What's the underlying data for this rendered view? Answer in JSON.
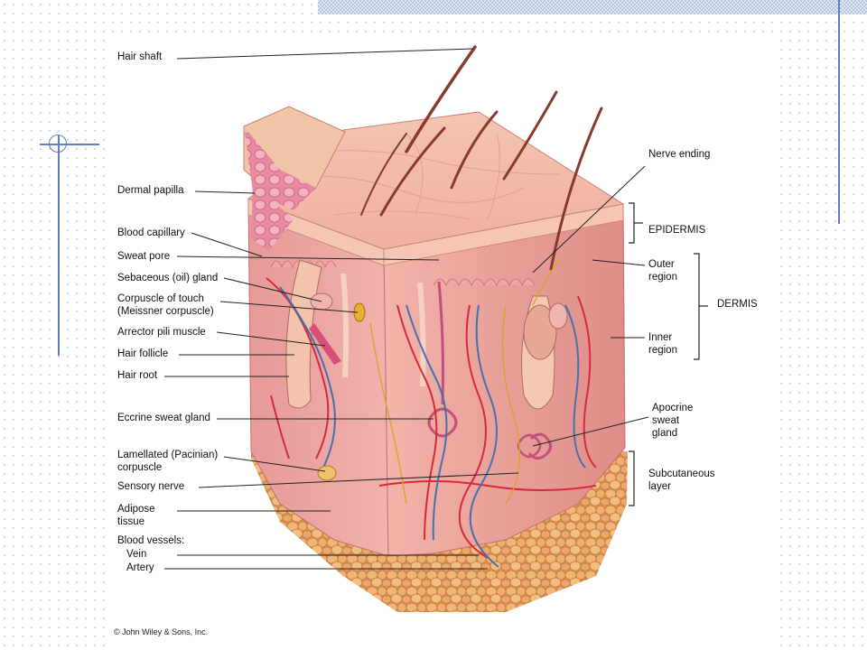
{
  "labels": {
    "hair_shaft": "Hair shaft",
    "dermal_papilla": "Dermal papilla",
    "blood_capillary": "Blood capillary",
    "sweat_pore": "Sweat pore",
    "sebaceous_gland": "Sebaceous (oil) gland",
    "corpuscle_touch_1": "Corpuscle of touch",
    "corpuscle_touch_2": "(Meissner corpuscle)",
    "arrector_pili": "Arrector pili muscle",
    "hair_follicle": "Hair follicle",
    "hair_root": "Hair root",
    "eccrine_sweat_gland": "Eccrine sweat gland",
    "lamellated_1": "Lamellated (Pacinian)",
    "lamellated_2": "corpuscle",
    "sensory_nerve": "Sensory nerve",
    "adipose_1": "Adipose",
    "adipose_2": "tissue",
    "blood_vessels": "Blood vessels:",
    "vein": "Vein",
    "artery": "Artery",
    "nerve_ending": "Nerve ending",
    "epidermis": "EPIDERMIS",
    "outer_region_1": "Outer",
    "outer_region_2": "region",
    "dermis": "DERMIS",
    "inner_region_1": "Inner",
    "inner_region_2": "region",
    "apocrine_1": "Apocrine",
    "apocrine_2": "sweat",
    "apocrine_3": "gland",
    "subcutaneous_1": "Subcutaneous",
    "subcutaneous_2": "layer"
  },
  "copyright": "© John Wiley & Sons, Inc.",
  "colors": {
    "epidermis": "#f2b8a6",
    "dermis": "#e99a92",
    "fat": "#e8a866",
    "hair": "#8a3a2c",
    "artery": "#d8283a",
    "vein": "#4a6fb0",
    "nerve": "#d9a42a",
    "accent": "#5f7fbf"
  }
}
